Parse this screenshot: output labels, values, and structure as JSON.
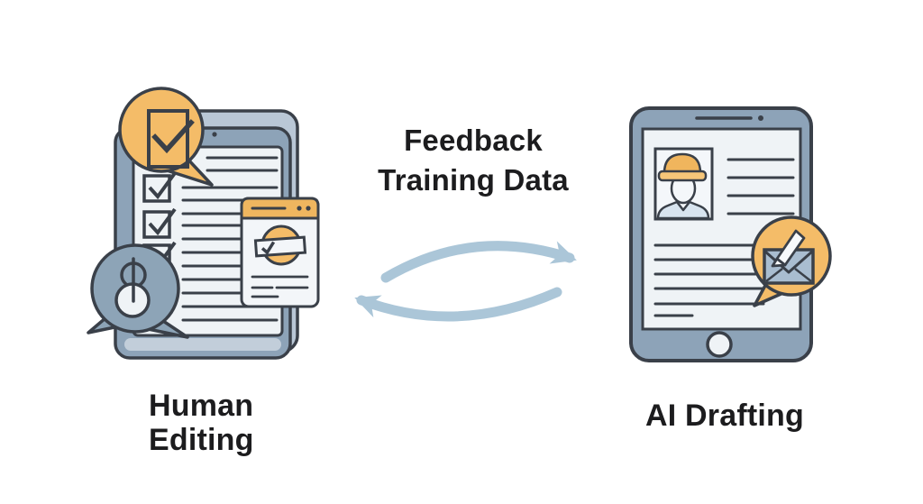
{
  "diagram": {
    "center": {
      "title_line1": "Feedback",
      "title_line2": "Training Data",
      "cycle_icon": "cycle-arrows-icon"
    },
    "left": {
      "label_line1": "Human",
      "label_line2": "Editing",
      "icons": [
        "checklist-clipboard-icon",
        "approved-checkbox-bubble-icon",
        "reviewer-speech-bubble-icon",
        "approval-stamp-card-icon"
      ]
    },
    "right": {
      "label": "AI Drafting",
      "icons": [
        "document-tablet-icon",
        "author-avatar-icon",
        "compose-email-bubble-icon"
      ]
    },
    "colors": {
      "accent_orange": "#F4BC68",
      "accent_orange_deep": "#EFB65F",
      "outline_dark": "#3A4049",
      "device_frame": "#8DA3B8",
      "device_frame_light": "#B9C7D6",
      "screen_white": "#EFF3F6",
      "bubble_gray": "#8DA4B7",
      "envelope_blue": "#A9BDD0",
      "shirt_blue": "#D8E4EF",
      "arrow_blue": "#ABC6D8",
      "label_text": "#1C1C1E",
      "background": "#FFFFFF"
    }
  }
}
